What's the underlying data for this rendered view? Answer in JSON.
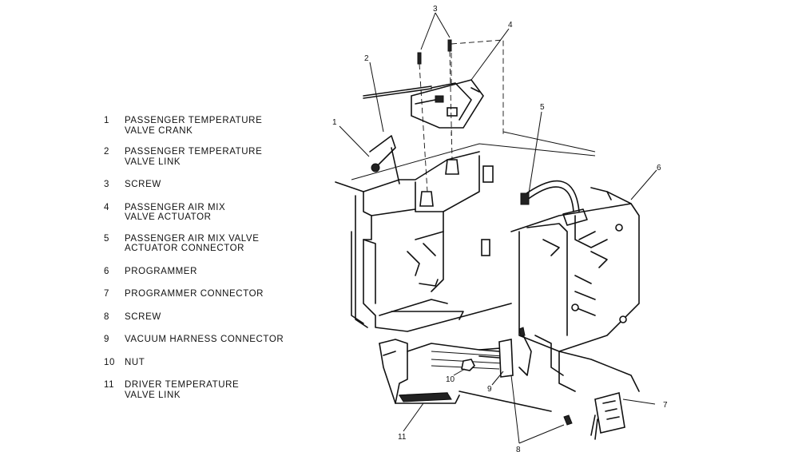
{
  "legend": [
    {
      "num": "1",
      "text": "PASSENGER TEMPERATURE\nVALVE CRANK"
    },
    {
      "num": "2",
      "text": "PASSENGER TEMPERATURE\nVALVE LINK"
    },
    {
      "num": "3",
      "text": "SCREW"
    },
    {
      "num": "4",
      "text": "PASSENGER AIR MIX\nVALVE ACTUATOR"
    },
    {
      "num": "5",
      "text": "PASSENGER AIR MIX VALVE\nACTUATOR CONNECTOR"
    },
    {
      "num": "6",
      "text": "PROGRAMMER"
    },
    {
      "num": "7",
      "text": "PROGRAMMER CONNECTOR"
    },
    {
      "num": "8",
      "text": "SCREW"
    },
    {
      "num": "9",
      "text": "VACUUM HARNESS CONNECTOR"
    },
    {
      "num": "10",
      "text": "NUT"
    },
    {
      "num": "11",
      "text": "DRIVER TEMPERATURE\nVALVE LINK"
    }
  ],
  "callouts": {
    "c1": "1",
    "c2": "2",
    "c3": "3",
    "c4": "4",
    "c5": "5",
    "c6": "6",
    "c7": "7",
    "c8": "8",
    "c9": "9",
    "c10": "10",
    "c11": "11"
  }
}
